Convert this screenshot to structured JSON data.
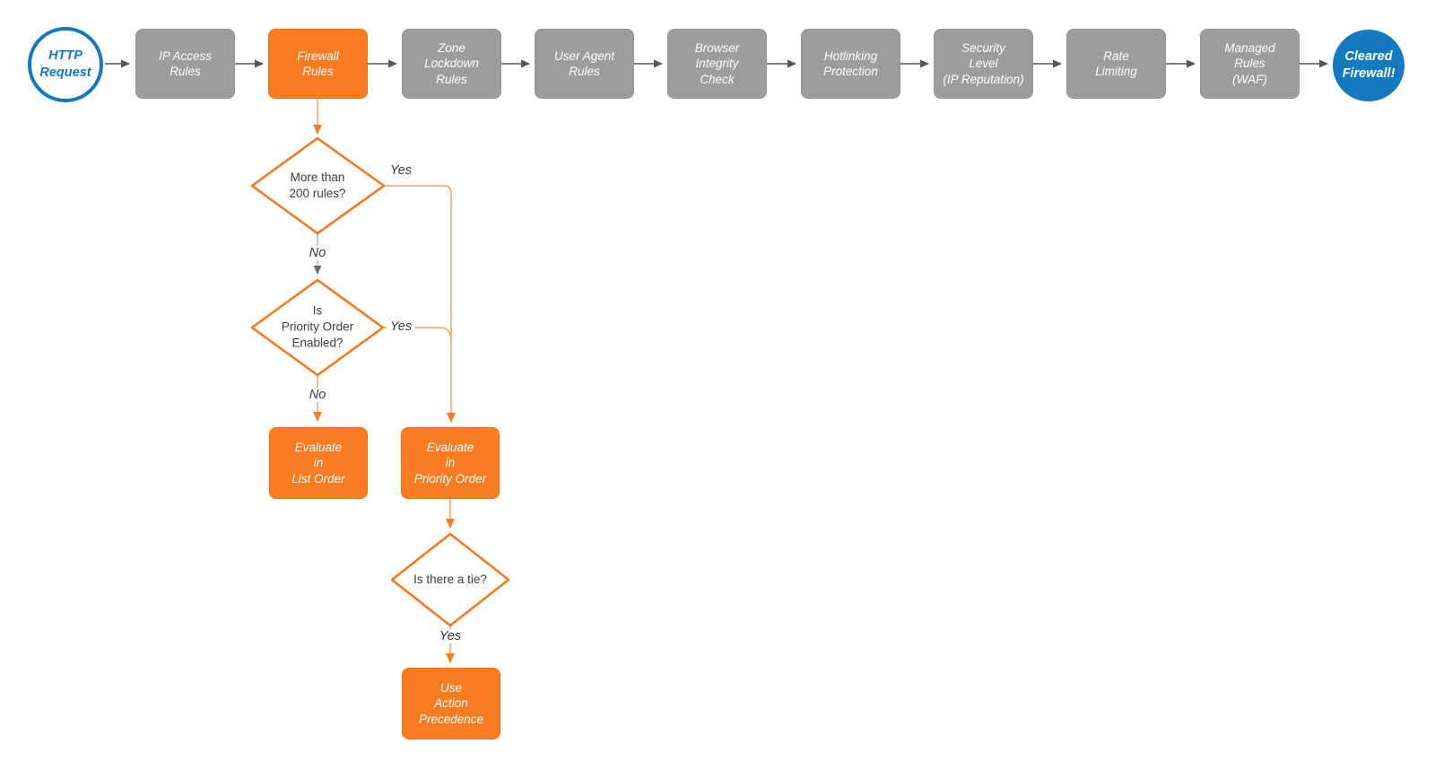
{
  "colors": {
    "orange": "#F87C22",
    "orange_connector": "#F59B63",
    "blue": "#1578BE",
    "gray_box": "#9D9D9D",
    "arrow_gray": "#565656",
    "gray_connector": "#B5B5B5",
    "label_text": "#3D3D3D",
    "node_text": "#FFFFFF"
  },
  "flow": {
    "start": {
      "text": "HTTP\nRequest"
    },
    "steps": [
      {
        "text": "IP Access\nRules"
      },
      {
        "text": "Firewall\nRules"
      },
      {
        "text": "Zone\nLockdown\nRules"
      },
      {
        "text": "User Agent\nRules"
      },
      {
        "text": "Browser\nIntegrity\nCheck"
      },
      {
        "text": "Hotlinking\nProtection"
      },
      {
        "text": "Security\nLevel\n(IP Reputation)"
      },
      {
        "text": "Rate\nLimiting"
      },
      {
        "text": "Managed\nRules\n(WAF)"
      }
    ],
    "end": {
      "text": "Cleared\nFirewall!"
    }
  },
  "branch": {
    "decision_rule_count": {
      "text": "More than\n200 rules?"
    },
    "decision_priority": {
      "text": "Is\nPriority Order\nEnabled?"
    },
    "decision_tie": {
      "text": "Is there a tie?"
    },
    "evaluate_list": {
      "text": "Evaluate\nin\nList Order"
    },
    "evaluate_priority": {
      "text": "Evaluate\nin\nPriority Order"
    },
    "use_action": {
      "text": "Use\nAction\nPrecedence"
    },
    "labels": {
      "yes_rule_count": "Yes",
      "no_rule_count": "No",
      "yes_priority": "Yes",
      "no_priority": "No",
      "yes_tie": "Yes"
    }
  }
}
